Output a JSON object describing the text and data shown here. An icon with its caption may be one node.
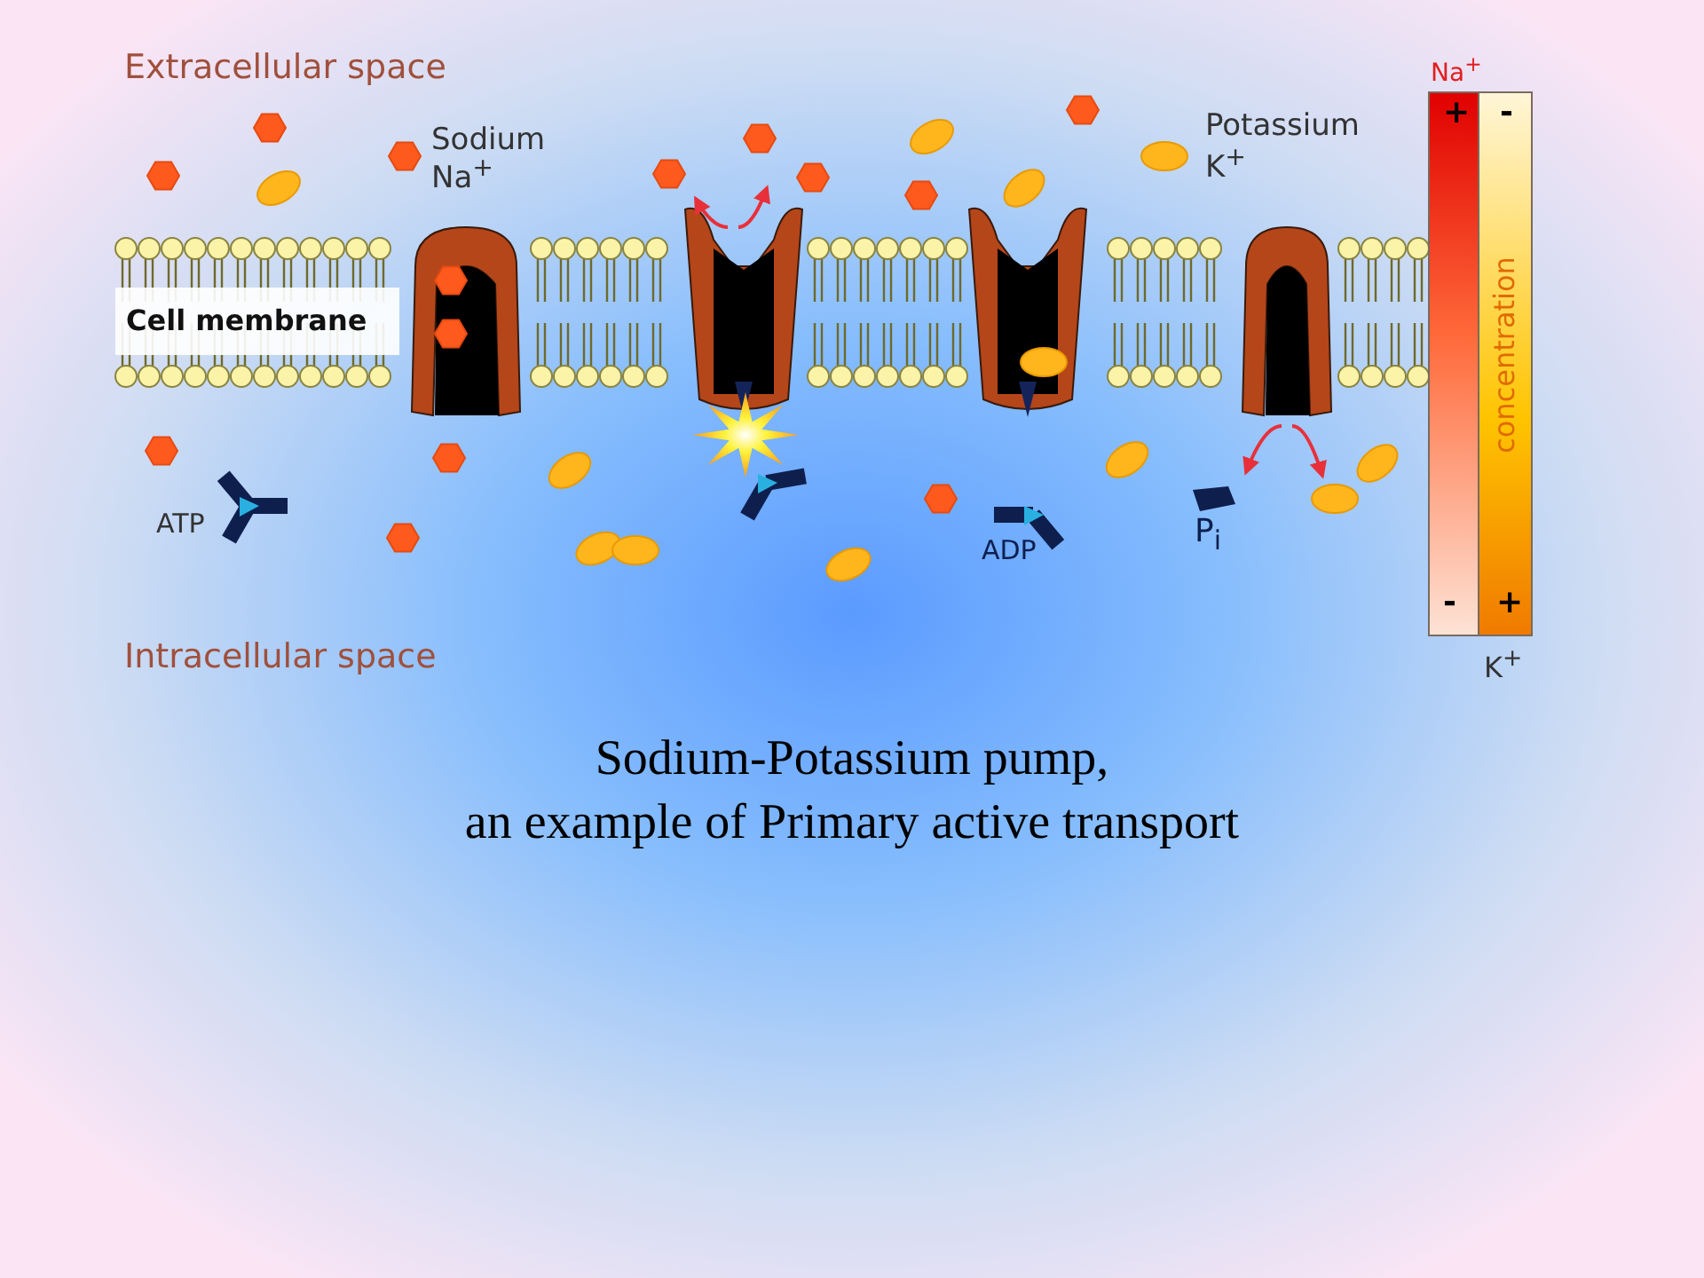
{
  "diagram": {
    "caption": "Sodium-Potassium pump, an example of Primary active transport",
    "labels": [
      "Extracellular space",
      "Na$^{+}$",
      "+",
      "-",
      "Sodium",
      "Na$^{+}$",
      "Potassium",
      "K$^{+}$",
      "Cell membrane",
      "concentration",
      "ATP",
      "ADP",
      "P$_{i}$",
      "-",
      "+",
      "Intracellular space",
      "K$^{+}$"
    ]
  }
}
